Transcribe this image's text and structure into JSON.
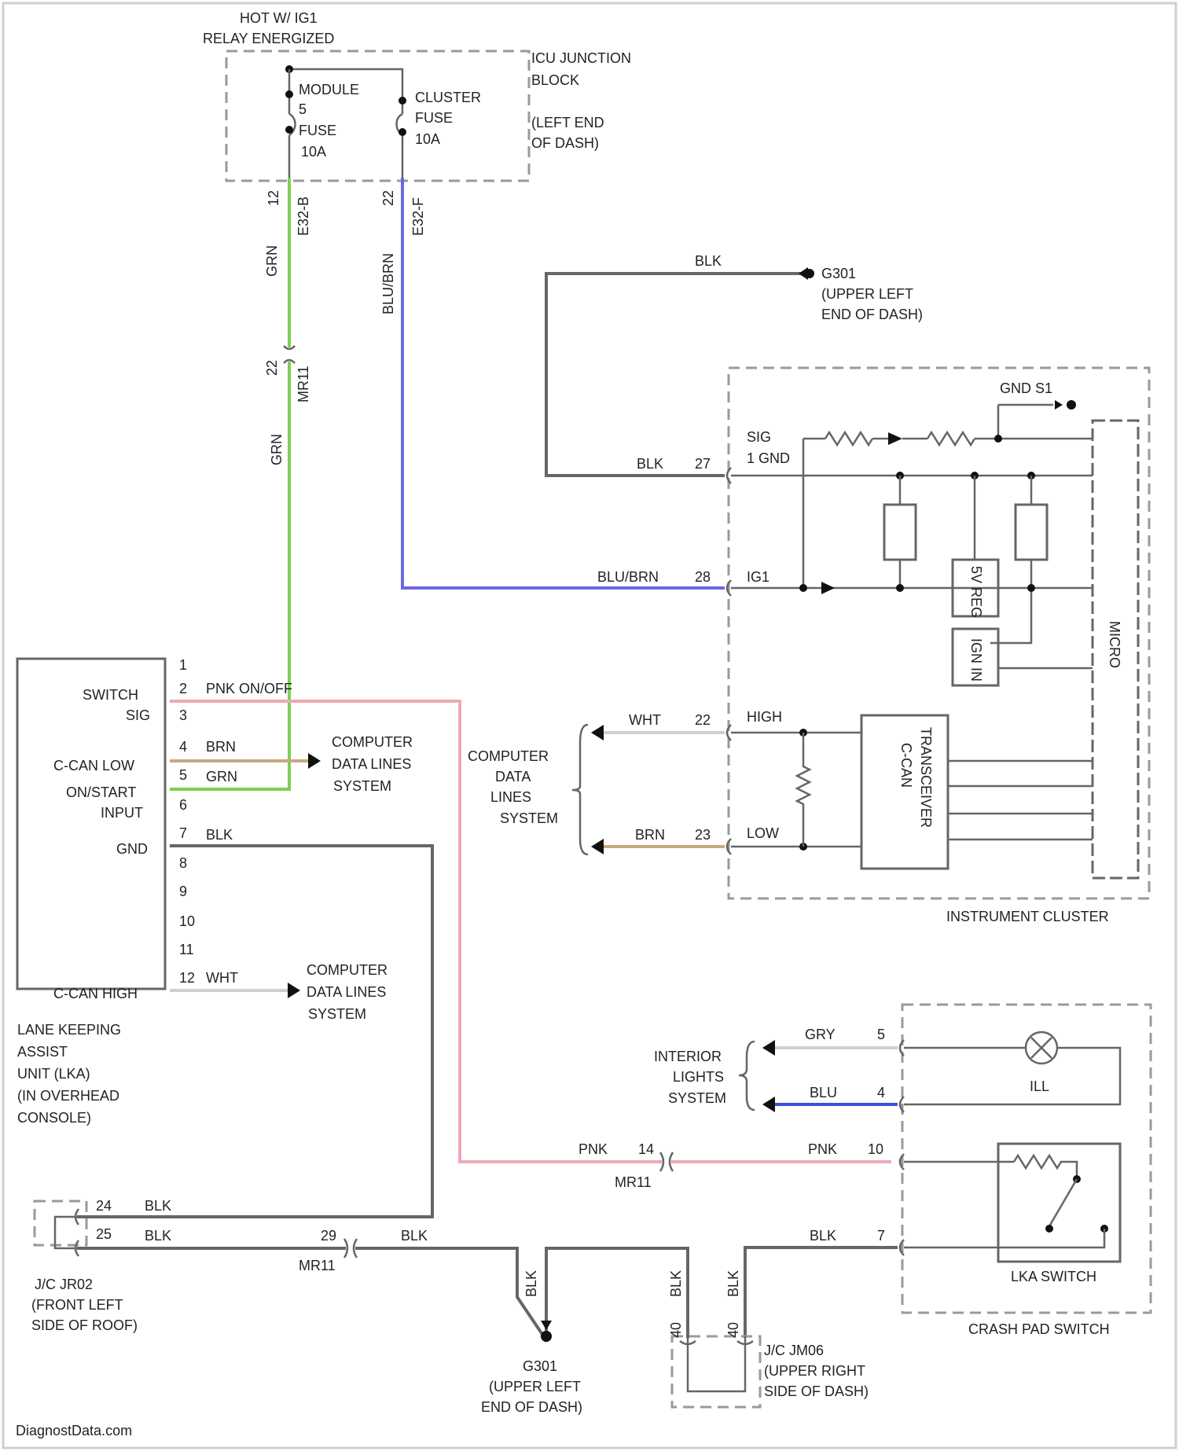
{
  "fuse_block": {
    "hot_label_1": "HOT W/ IG1",
    "hot_label_2": "RELAY ENERGIZED",
    "block_title_1": "ICU JUNCTION",
    "block_title_2": "BLOCK",
    "block_loc_1": "(LEFT END",
    "block_loc_2": "OF DASH)",
    "fuse1": [
      "MODULE",
      "5",
      "FUSE",
      "10A"
    ],
    "fuse2": [
      "CLUSTER",
      "FUSE",
      "10A"
    ],
    "pin1": "12",
    "conn1": "E32-B",
    "pin2": "22",
    "conn2": "E32-F"
  },
  "wires": {
    "grn_vertical": "GRN",
    "blu_brn_vertical": "BLU/BRN",
    "splice_pin": "22",
    "splice_conn": "MR11",
    "grn_vertical_lower": "GRN",
    "blk_top": "BLK",
    "blk_cluster": "BLK",
    "blu_brn_cluster": "BLU/BRN",
    "pnk_onoff": "PNK ON/OFF",
    "brn": "BRN",
    "grn": "GRN",
    "blk_gnd": "BLK",
    "wht": "WHT"
  },
  "ground_top": [
    "G301",
    "(UPPER LEFT",
    "END OF DASH)"
  ],
  "cluster": {
    "gnd_label": "GND S1",
    "sig_gnd_1": "SIG",
    "sig_gnd_2": "1 GND",
    "pin27": "27",
    "pin28": "28",
    "ig1": "IG1",
    "pin22": "22",
    "pin23": "23",
    "high": "HIGH",
    "low": "LOW",
    "wht": "WHT",
    "brn": "BRN",
    "transceiver_1": "C-CAN",
    "transceiver_2": "TRANSCEIVER",
    "regulator": "5V REG",
    "ign": "IGN IN",
    "micro": "MICRO",
    "title": "INSTRUMENT CLUSTER"
  },
  "cds_left": [
    "COMPUTER",
    "DATA LINES",
    "SYSTEM"
  ],
  "cds_mid": [
    "COMPUTER",
    "DATA",
    "LINES",
    "SYSTEM"
  ],
  "cds_low": [
    "COMPUTER",
    "DATA LINES",
    "SYSTEM"
  ],
  "lkas_unit": {
    "pins": [
      "1",
      "2",
      "3",
      "4",
      "5",
      "6",
      "7",
      "8",
      "9",
      "10",
      "11",
      "12"
    ],
    "switch_sig_1": "SWITCH",
    "switch_sig_2": "SIG",
    "ccan_low": "C-CAN LOW",
    "onstart_1": "ON/START",
    "onstart_2": "INPUT",
    "gnd": "GND",
    "ccan_high": "C-CAN HIGH",
    "title": [
      "LANE KEEPING",
      "ASSIST",
      "UNIT (LKA)",
      "(IN OVERHEAD",
      "CONSOLE)"
    ]
  },
  "interior": {
    "label": [
      "INTERIOR",
      "LIGHTS",
      "SYSTEM"
    ],
    "gry": "GRY",
    "blu": "BLU",
    "pin_gry": "5",
    "pin_blu": "4",
    "ill": "ILL"
  },
  "switch": {
    "pnk_left": "PNK",
    "pin14": "14",
    "mr11": "MR11",
    "pnk_right": "PNK",
    "pin10": "10",
    "blk": "BLK",
    "pin7": "7",
    "title_inner": "LKA SWITCH",
    "title": "CRASH PAD SWITCH"
  },
  "bottom": {
    "pin24": "24",
    "pin25": "25",
    "blk1": "BLK",
    "blk2": "BLK",
    "pin29": "29",
    "blk3": "BLK",
    "mr11": "MR11",
    "jc1": [
      "J/C JR02",
      "(FRONT LEFT",
      "SIDE OF ROOF)"
    ],
    "blk_v1": "BLK",
    "blk_v2": "BLK",
    "blk_v3": "BLK",
    "pin40a": "40",
    "pin40b": "40",
    "g301": [
      "G301",
      "(UPPER LEFT",
      "END OF DASH)"
    ],
    "jc2": [
      "J/C JM06",
      "(UPPER RIGHT",
      "SIDE OF DASH)"
    ]
  },
  "watermark": "DiagnostData.com",
  "colors": {
    "grn": "#7bd14f",
    "blu_brn": "#6a6ae0",
    "pnk": "#f0a8b4",
    "brn": "#c6a882",
    "blu": "#3d4fe0",
    "blk": "#666666",
    "wht": "#cfcfcf"
  }
}
